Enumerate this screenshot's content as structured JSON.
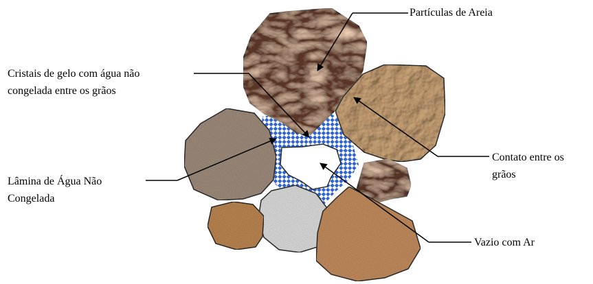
{
  "labels": {
    "particles": "Partículas de Areia",
    "ice_line1": "Cristais de gelo com água não",
    "ice_line2": "congelada entre os grãos",
    "contact_line1": "Contato entre os",
    "contact_line2": "grãos",
    "water_line1": "Lâmina de Água Não",
    "water_line2": "Congelada",
    "void": "Vazio com Ar"
  },
  "colors": {
    "grain_dark_brown": "#5a3526",
    "grain_tan": "#c9a276",
    "grain_gray_brown": "#9c8a7a",
    "grain_light_gray": "#d9d9d9",
    "grain_orange_brown": "#b9834f",
    "grain_copper": "#c08a5c",
    "grain_small_dark": "#553226",
    "ice_blue": "#2f64d2",
    "ice_light": "#c7d9f5",
    "void": "#ffffff",
    "outline": "#2a2a2a"
  }
}
